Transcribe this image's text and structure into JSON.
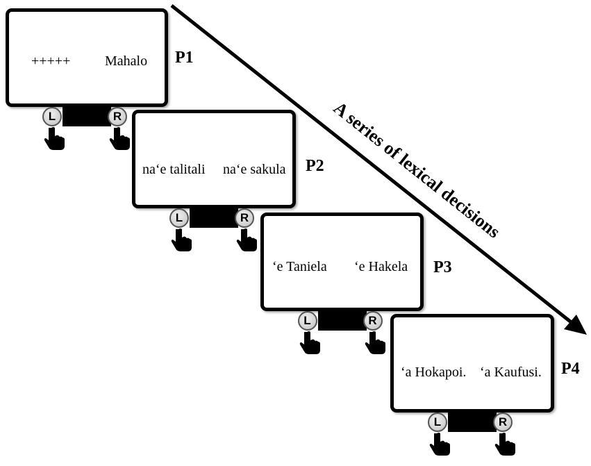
{
  "arrow_label": "A series of lexical decisions",
  "key_left": "L",
  "key_right": "R",
  "panels": [
    {
      "label": "P1",
      "left_word": "+++++",
      "right_word": "Mahalo"
    },
    {
      "label": "P2",
      "left_word": "na‘e talitali",
      "right_word": "na‘e sakula"
    },
    {
      "label": "P3",
      "left_word": "‘e Taniela",
      "right_word": "‘e Hakela"
    },
    {
      "label": "P4",
      "left_word": "‘a Hokapoi.",
      "right_word": "‘a Kaufusi."
    }
  ]
}
